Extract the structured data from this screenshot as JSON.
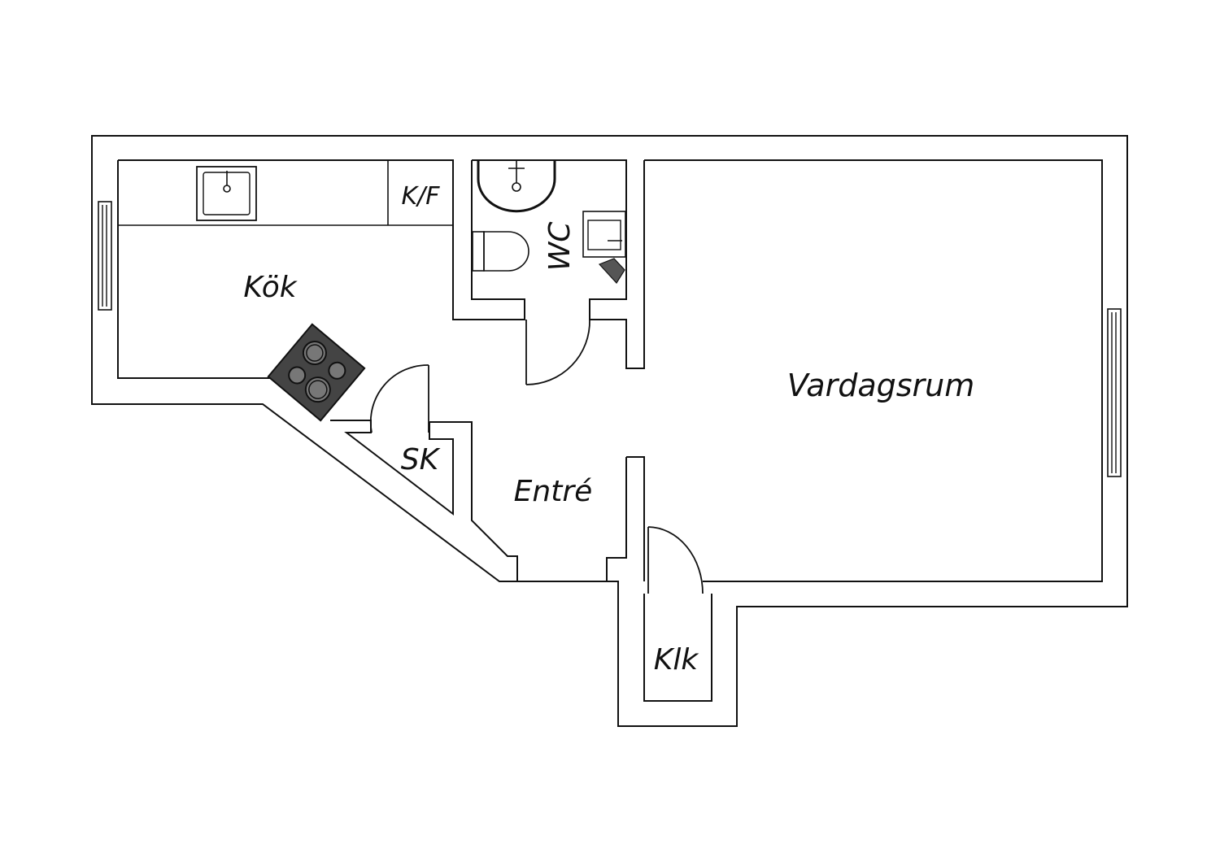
{
  "rooms": {
    "kitchen": "Kök",
    "fridge_freezer": "K/F",
    "toilet": "WC",
    "living_room": "Vardagsrum",
    "storage": "SK",
    "entrance": "Entré",
    "closet": "Klk"
  },
  "icons": [
    "sink-icon",
    "stove-icon",
    "shower-icon",
    "toilet-icon",
    "washbasin-icon",
    "window-icon",
    "door-icon"
  ],
  "colors": {
    "line": "#111111",
    "stove": "#444444",
    "background": "#ffffff"
  }
}
